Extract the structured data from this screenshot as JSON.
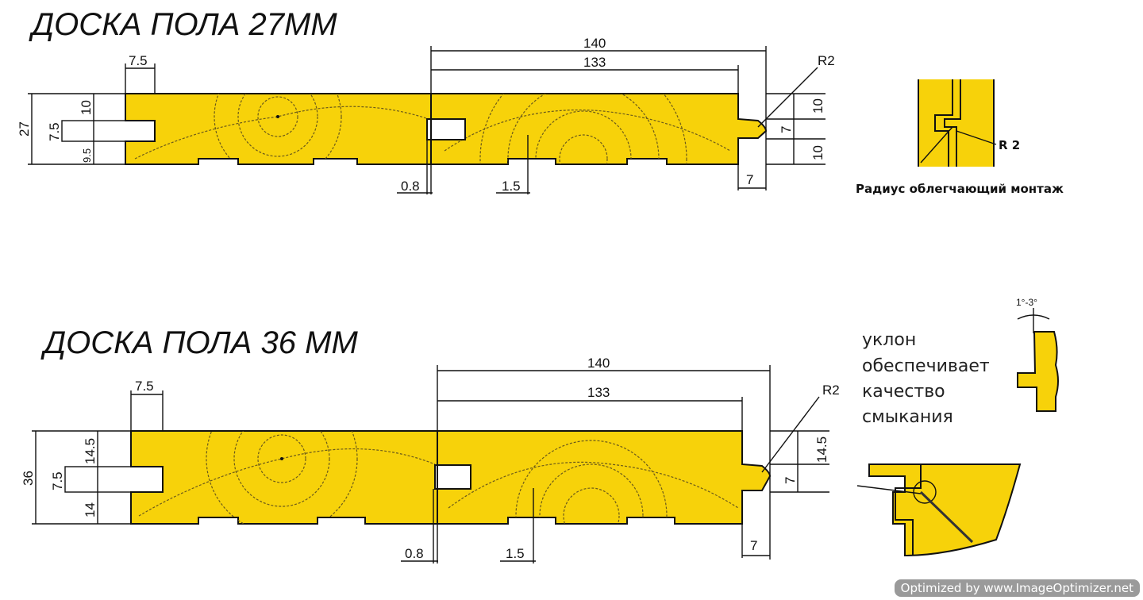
{
  "board27": {
    "title": "ДОСКА ПОЛА 27ММ",
    "dims": {
      "groove_w": "7.5",
      "total_w": "140",
      "inner_w": "133",
      "radius": "R2",
      "thick": "27",
      "top": "10",
      "slot": "7.5",
      "bottom": "9.5",
      "r_top": "10",
      "r_tongue": "7",
      "r_bottom": "10",
      "gap": "0.8",
      "relief": "1.5",
      "tongue_len": "7"
    }
  },
  "board36": {
    "title": "ДОСКА ПОЛА 36 ММ",
    "dims": {
      "groove_w": "7.5",
      "total_w": "140",
      "inner_w": "133",
      "radius": "R2",
      "thick": "36",
      "top": "14.5",
      "slot": "7.5",
      "bottom": "14",
      "r_top": "14.5",
      "r_tongue": "7",
      "gap": "0.8",
      "relief": "1.5",
      "tongue_len": "7"
    }
  },
  "detail1": {
    "label": "R 2",
    "caption": "Радиус облегчающий монтаж"
  },
  "detail2": {
    "angle": "1°-3°",
    "lines": [
      "уклон",
      "обеспечивает",
      "качество",
      "смыкания"
    ]
  },
  "watermark": "Optimized by www.ImageOptimizer.net"
}
